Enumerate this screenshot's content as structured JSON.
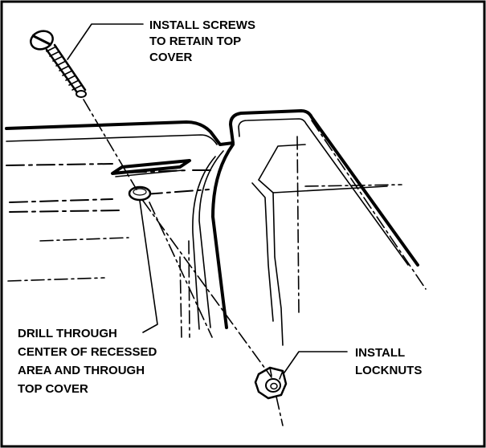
{
  "callouts": {
    "screws": {
      "line1": "INSTALL SCREWS",
      "line2": "TO RETAIN TOP",
      "line3": "COVER"
    },
    "drill": {
      "line1": "DRILL THROUGH",
      "line2": "CENTER OF RECESSED",
      "line3": "AREA AND THROUGH",
      "line4": "TOP COVER"
    },
    "locknuts": {
      "line1": "INSTALL",
      "line2": "LOCKNUTS"
    }
  },
  "parts": {
    "screw": "screw-icon",
    "locknut": "locknut-icon",
    "top_cover": "top-cover-outline",
    "recessed_area": "recessed-slot",
    "drilled_hole": "drilled-hole"
  },
  "colors": {
    "ink": "#000000",
    "paper": "#ffffff"
  }
}
